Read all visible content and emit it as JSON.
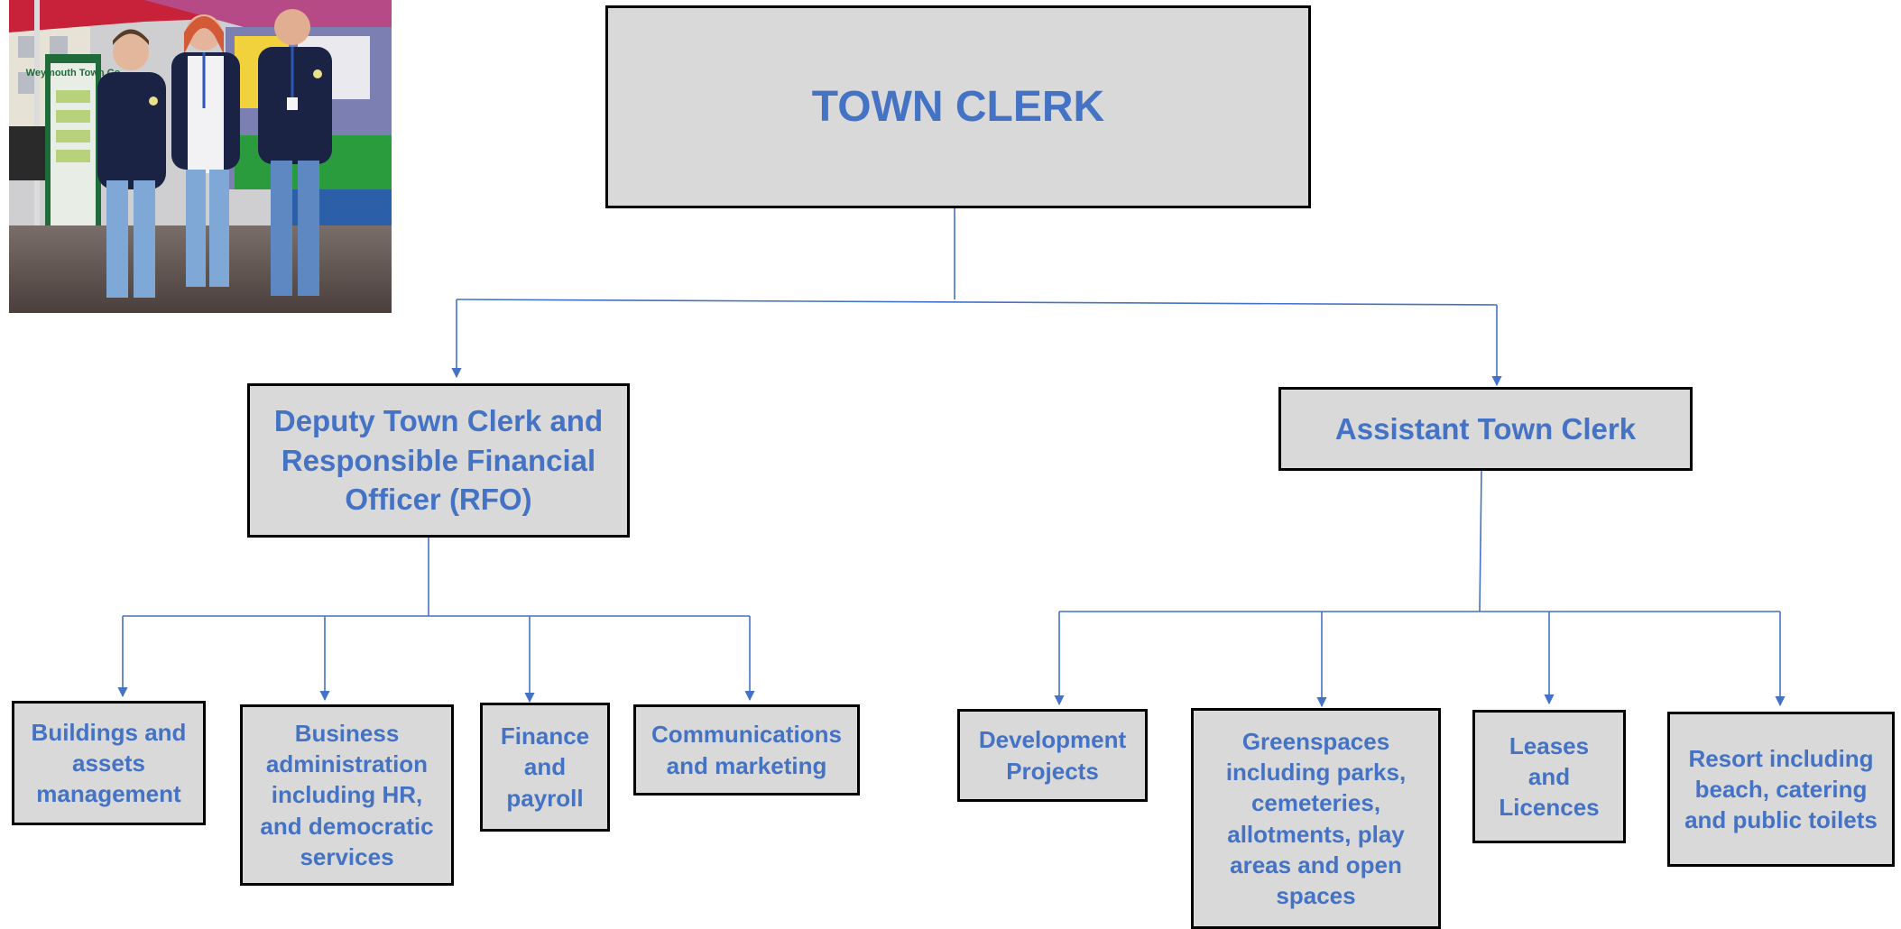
{
  "org_chart": {
    "colors": {
      "text": "#4472c4",
      "box_fill": "#d9d9d9",
      "box_border": "#000000",
      "connector": "#4472c4"
    },
    "top": {
      "label": "TOWN CLERK"
    },
    "deputy": {
      "label": "Deputy Town Clerk and Responsible Financial Officer (RFO)",
      "reports": [
        "Buildings and assets management",
        "Business administration including HR, and democratic services",
        "Finance and payroll",
        "Communications and marketing"
      ]
    },
    "assistant": {
      "label": "Assistant Town Clerk",
      "reports": [
        "Development Projects",
        "Greenspaces including parks, cemeteries, allotments, play areas and open spaces",
        "Leases and Licences",
        "Resort including beach, catering and public toilets"
      ]
    }
  },
  "photo": {
    "banner_text": "Weymouth Town Co"
  }
}
